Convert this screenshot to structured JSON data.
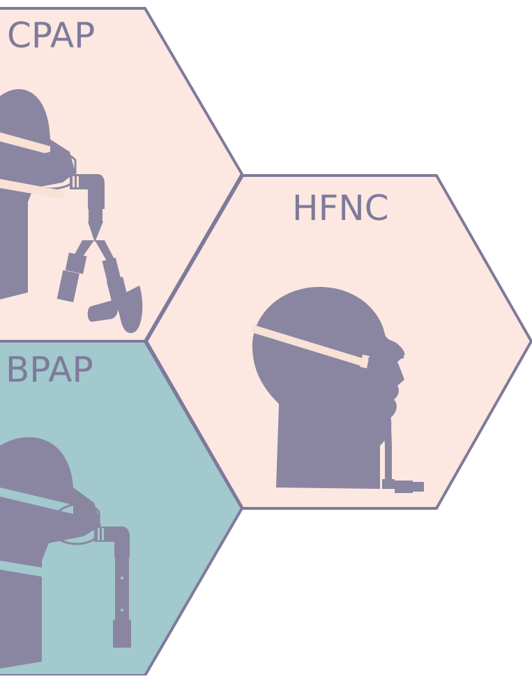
{
  "colors": {
    "outline": "#7e7a9b",
    "head": "#8a86a1",
    "cpap_fill": "#fce8e1",
    "hfnc_fill": "#fce8e1",
    "bpap_fill": "#a2c9cd",
    "strap_light": "#f9e1d6",
    "strap_teal": "#a2c9cd",
    "label_text": "#7e7a9b"
  },
  "tiles": [
    {
      "id": "cpap",
      "label": "CPAP",
      "icon": "head-with-full-face-mask-icon"
    },
    {
      "id": "hfnc",
      "label": "HFNC",
      "icon": "head-with-nasal-cannula-icon"
    },
    {
      "id": "bpap",
      "label": "BPAP",
      "icon": "head-with-full-face-mask-single-tube-icon"
    }
  ]
}
